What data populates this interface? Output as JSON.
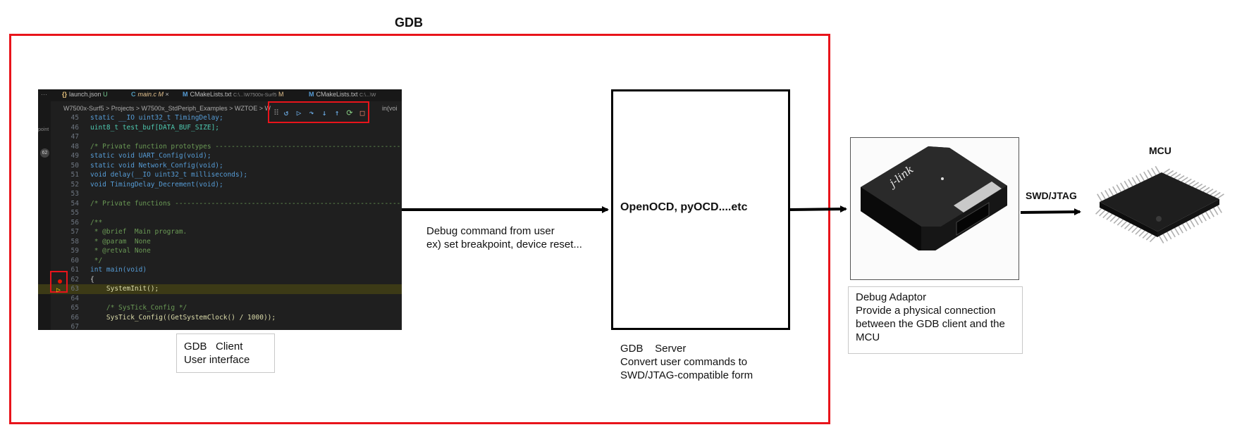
{
  "gdb_title": "GDB",
  "editor": {
    "tabs": [
      {
        "icon": "{}",
        "label": "launch.json",
        "status": "U"
      },
      {
        "icon": "C",
        "label": "main.c",
        "status": "M",
        "close": "×"
      },
      {
        "icon": "M",
        "label": "CMakeLists.txt",
        "path": "C:\\...\\W7500x-Surf5",
        "status": "M"
      },
      {
        "icon": "M",
        "label": "CMakeLists.txt",
        "path": "C:\\...\\W"
      }
    ],
    "breadcrumb": "W7500x-Surf5 > Projects > W7500x_StdPeriph_Examples > WZTOE > W",
    "breadcrumb_tail": "in(voi",
    "side_text": "point",
    "side_badge": "62",
    "lines": [
      {
        "n": "45",
        "code": "static __IO uint32_t TimingDelay;"
      },
      {
        "n": "46",
        "code": "uint8_t test_buf[DATA_BUF_SIZE];"
      },
      {
        "n": "47",
        "code": ""
      },
      {
        "n": "48",
        "code": "/* Private function prototypes -----------------------------------------------*/"
      },
      {
        "n": "49",
        "code": "static void UART_Config(void);"
      },
      {
        "n": "50",
        "code": "static void Network_Config(void);"
      },
      {
        "n": "51",
        "code": "void delay(__IO uint32_t milliseconds);"
      },
      {
        "n": "52",
        "code": "void TimingDelay_Decrement(void);"
      },
      {
        "n": "53",
        "code": ""
      },
      {
        "n": "54",
        "code": "/* Private functions ---------------------------------------------------------*/"
      },
      {
        "n": "55",
        "code": ""
      },
      {
        "n": "56",
        "code": "/**"
      },
      {
        "n": "57",
        "code": " * @brief  Main program."
      },
      {
        "n": "58",
        "code": " * @param  None"
      },
      {
        "n": "59",
        "code": " * @retval None"
      },
      {
        "n": "60",
        "code": " */"
      },
      {
        "n": "61",
        "code": "int main(void)"
      },
      {
        "n": "62",
        "code": "{"
      },
      {
        "n": "63",
        "code": "    SystemInit();"
      },
      {
        "n": "64",
        "code": ""
      },
      {
        "n": "65",
        "code": "    /* SysTick_Config */"
      },
      {
        "n": "66",
        "code": "    SysTick_Config((GetSystemClock() / 1000));"
      },
      {
        "n": "67",
        "code": ""
      }
    ]
  },
  "client": {
    "line1": "GDB   Client",
    "line2": "User interface"
  },
  "arrow_label": {
    "line1": "Debug command from user",
    "line2": "ex) set breakpoint, device reset..."
  },
  "server": {
    "label": "OpenOCD, pyOCD....etc",
    "cap1": "GDB    Server",
    "cap2": "Convert user commands to",
    "cap3": "SWD/JTAG-compatible form"
  },
  "adaptor": {
    "cap1": "Debug Adaptor",
    "cap2": "Provide a physical connection",
    "cap3": "between the GDB client and the",
    "cap4": "MCU",
    "brand": "j-link"
  },
  "swd_label": "SWD/JTAG",
  "mcu_label": "MCU",
  "colors": {
    "frame": "#e8141b",
    "editor_bg": "#1f1f1f",
    "line_highlight": "#3c3a16"
  }
}
